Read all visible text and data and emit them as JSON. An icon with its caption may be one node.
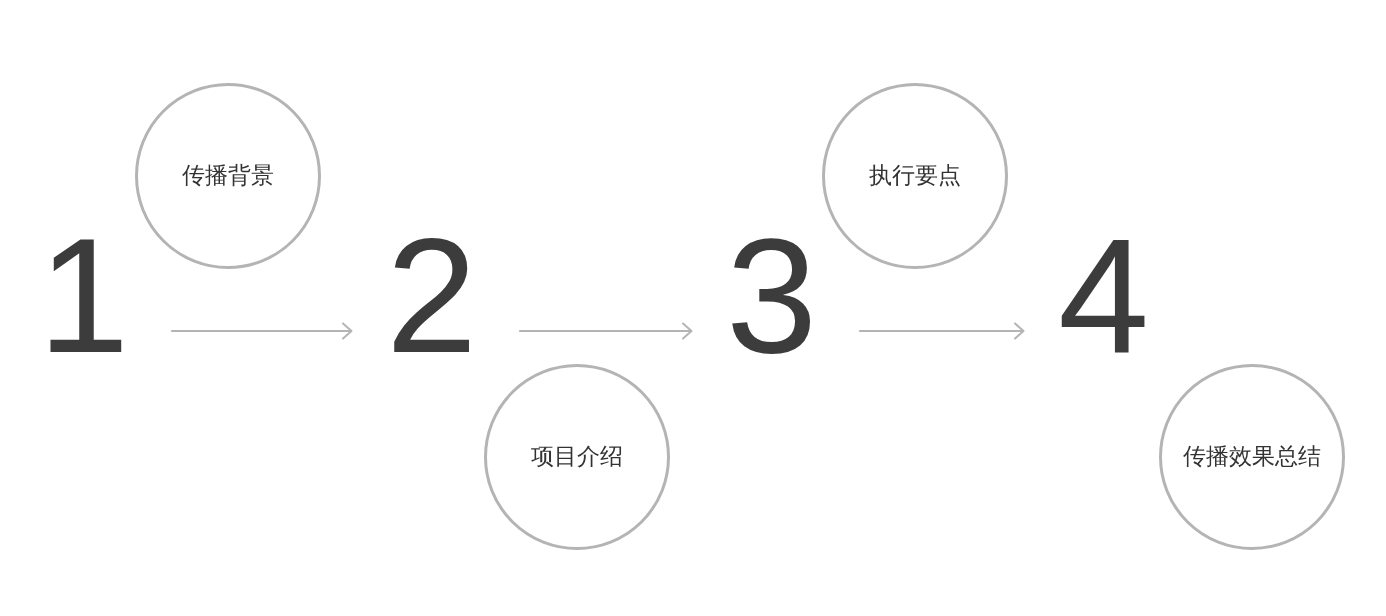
{
  "diagram": {
    "nodes": [
      {
        "text": [
          "1"
        ]
      },
      {
        "text": [
          "传播背景"
        ]
      },
      {
        "text": [
          "2"
        ]
      },
      {
        "text": [
          "项目介绍"
        ]
      },
      {
        "text": [
          "3"
        ]
      },
      {
        "text": [
          "执行要点"
        ]
      },
      {
        "text": [
          "4"
        ]
      },
      {
        "text": [
          "传播效果总结"
        ]
      }
    ],
    "edges": [
      {
        "from": 0,
        "to": 2,
        "arrow": "to"
      },
      {
        "from": 2,
        "to": 4,
        "arrow": "to"
      },
      {
        "from": 4,
        "to": 6,
        "arrow": "to"
      }
    ]
  }
}
